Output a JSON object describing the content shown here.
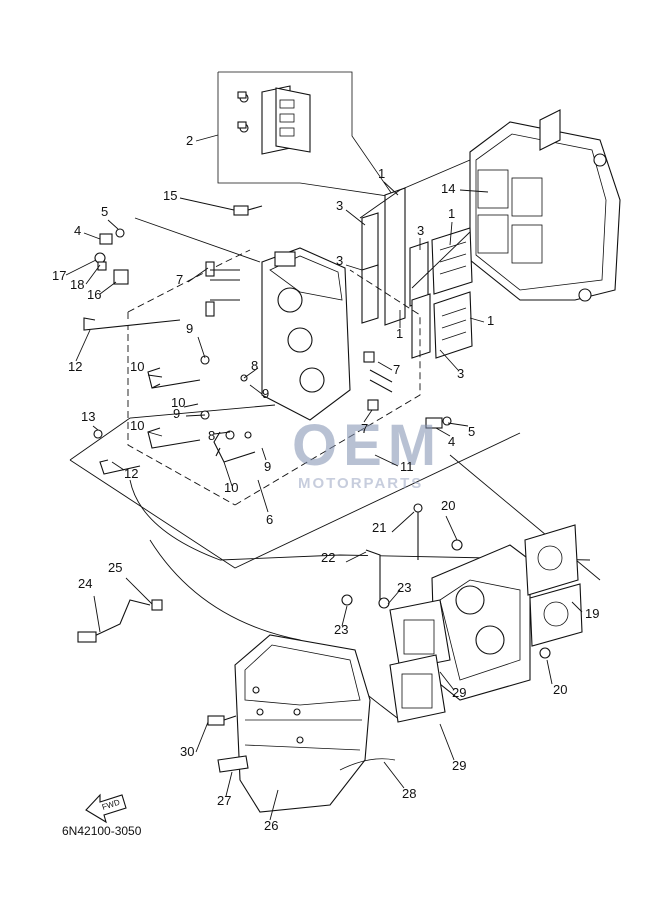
{
  "diagram": {
    "part_code": "6N42100-3050",
    "fwd_label": "FWD",
    "watermark": {
      "line1": "OEM",
      "line2": "MOTORPARTS"
    },
    "callouts": [
      "1",
      "1",
      "1",
      "1",
      "2",
      "3",
      "3",
      "3",
      "3",
      "4",
      "4",
      "5",
      "5",
      "6",
      "7",
      "7",
      "7",
      "8",
      "8",
      "9",
      "9",
      "9",
      "9",
      "10",
      "10",
      "10",
      "10",
      "11",
      "12",
      "12",
      "13",
      "14",
      "15",
      "16",
      "17",
      "18",
      "19",
      "20",
      "20",
      "21",
      "22",
      "23",
      "23",
      "24",
      "25",
      "26",
      "27",
      "28",
      "29",
      "29",
      "30"
    ]
  }
}
